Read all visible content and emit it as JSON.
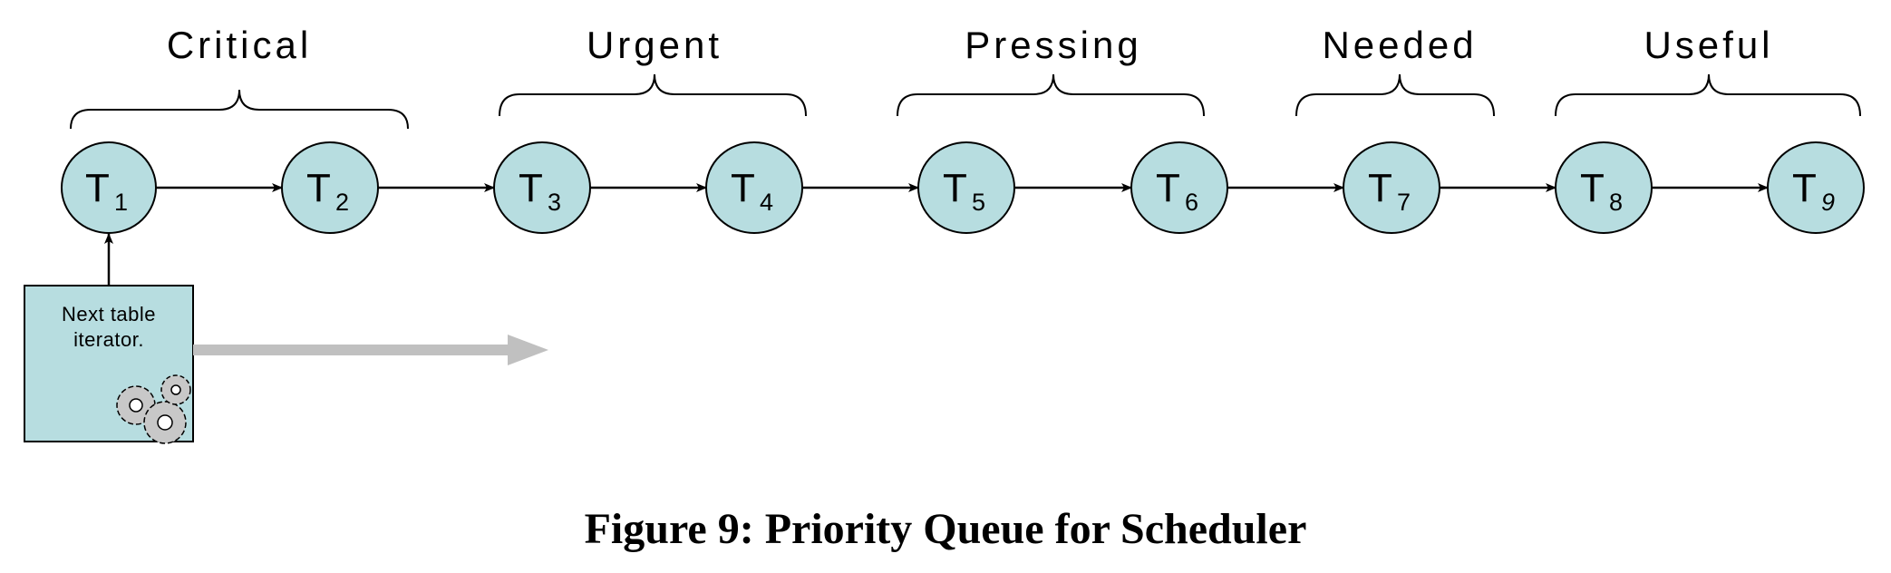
{
  "groups": [
    {
      "label": "Critical"
    },
    {
      "label": "Urgent"
    },
    {
      "label": "Pressing"
    },
    {
      "label": "Needed"
    },
    {
      "label": "Useful"
    }
  ],
  "nodes": [
    {
      "letter": "T",
      "sub": "1"
    },
    {
      "letter": "T",
      "sub": "2"
    },
    {
      "letter": "T",
      "sub": "3"
    },
    {
      "letter": "T",
      "sub": "4"
    },
    {
      "letter": "T",
      "sub": "5"
    },
    {
      "letter": "T",
      "sub": "6"
    },
    {
      "letter": "T",
      "sub": "7"
    },
    {
      "letter": "T",
      "sub": "8"
    },
    {
      "letter": "T",
      "sub": "9"
    }
  ],
  "iterator": {
    "line1": "Next table",
    "line2": "iterator.",
    "icon": "gears-icon"
  },
  "caption": "Figure 9: Priority Queue for Scheduler",
  "colors": {
    "node_fill": "#b7dde0",
    "arrow_gray": "#c0c0c0",
    "gear_fill": "#c8c8c8"
  }
}
